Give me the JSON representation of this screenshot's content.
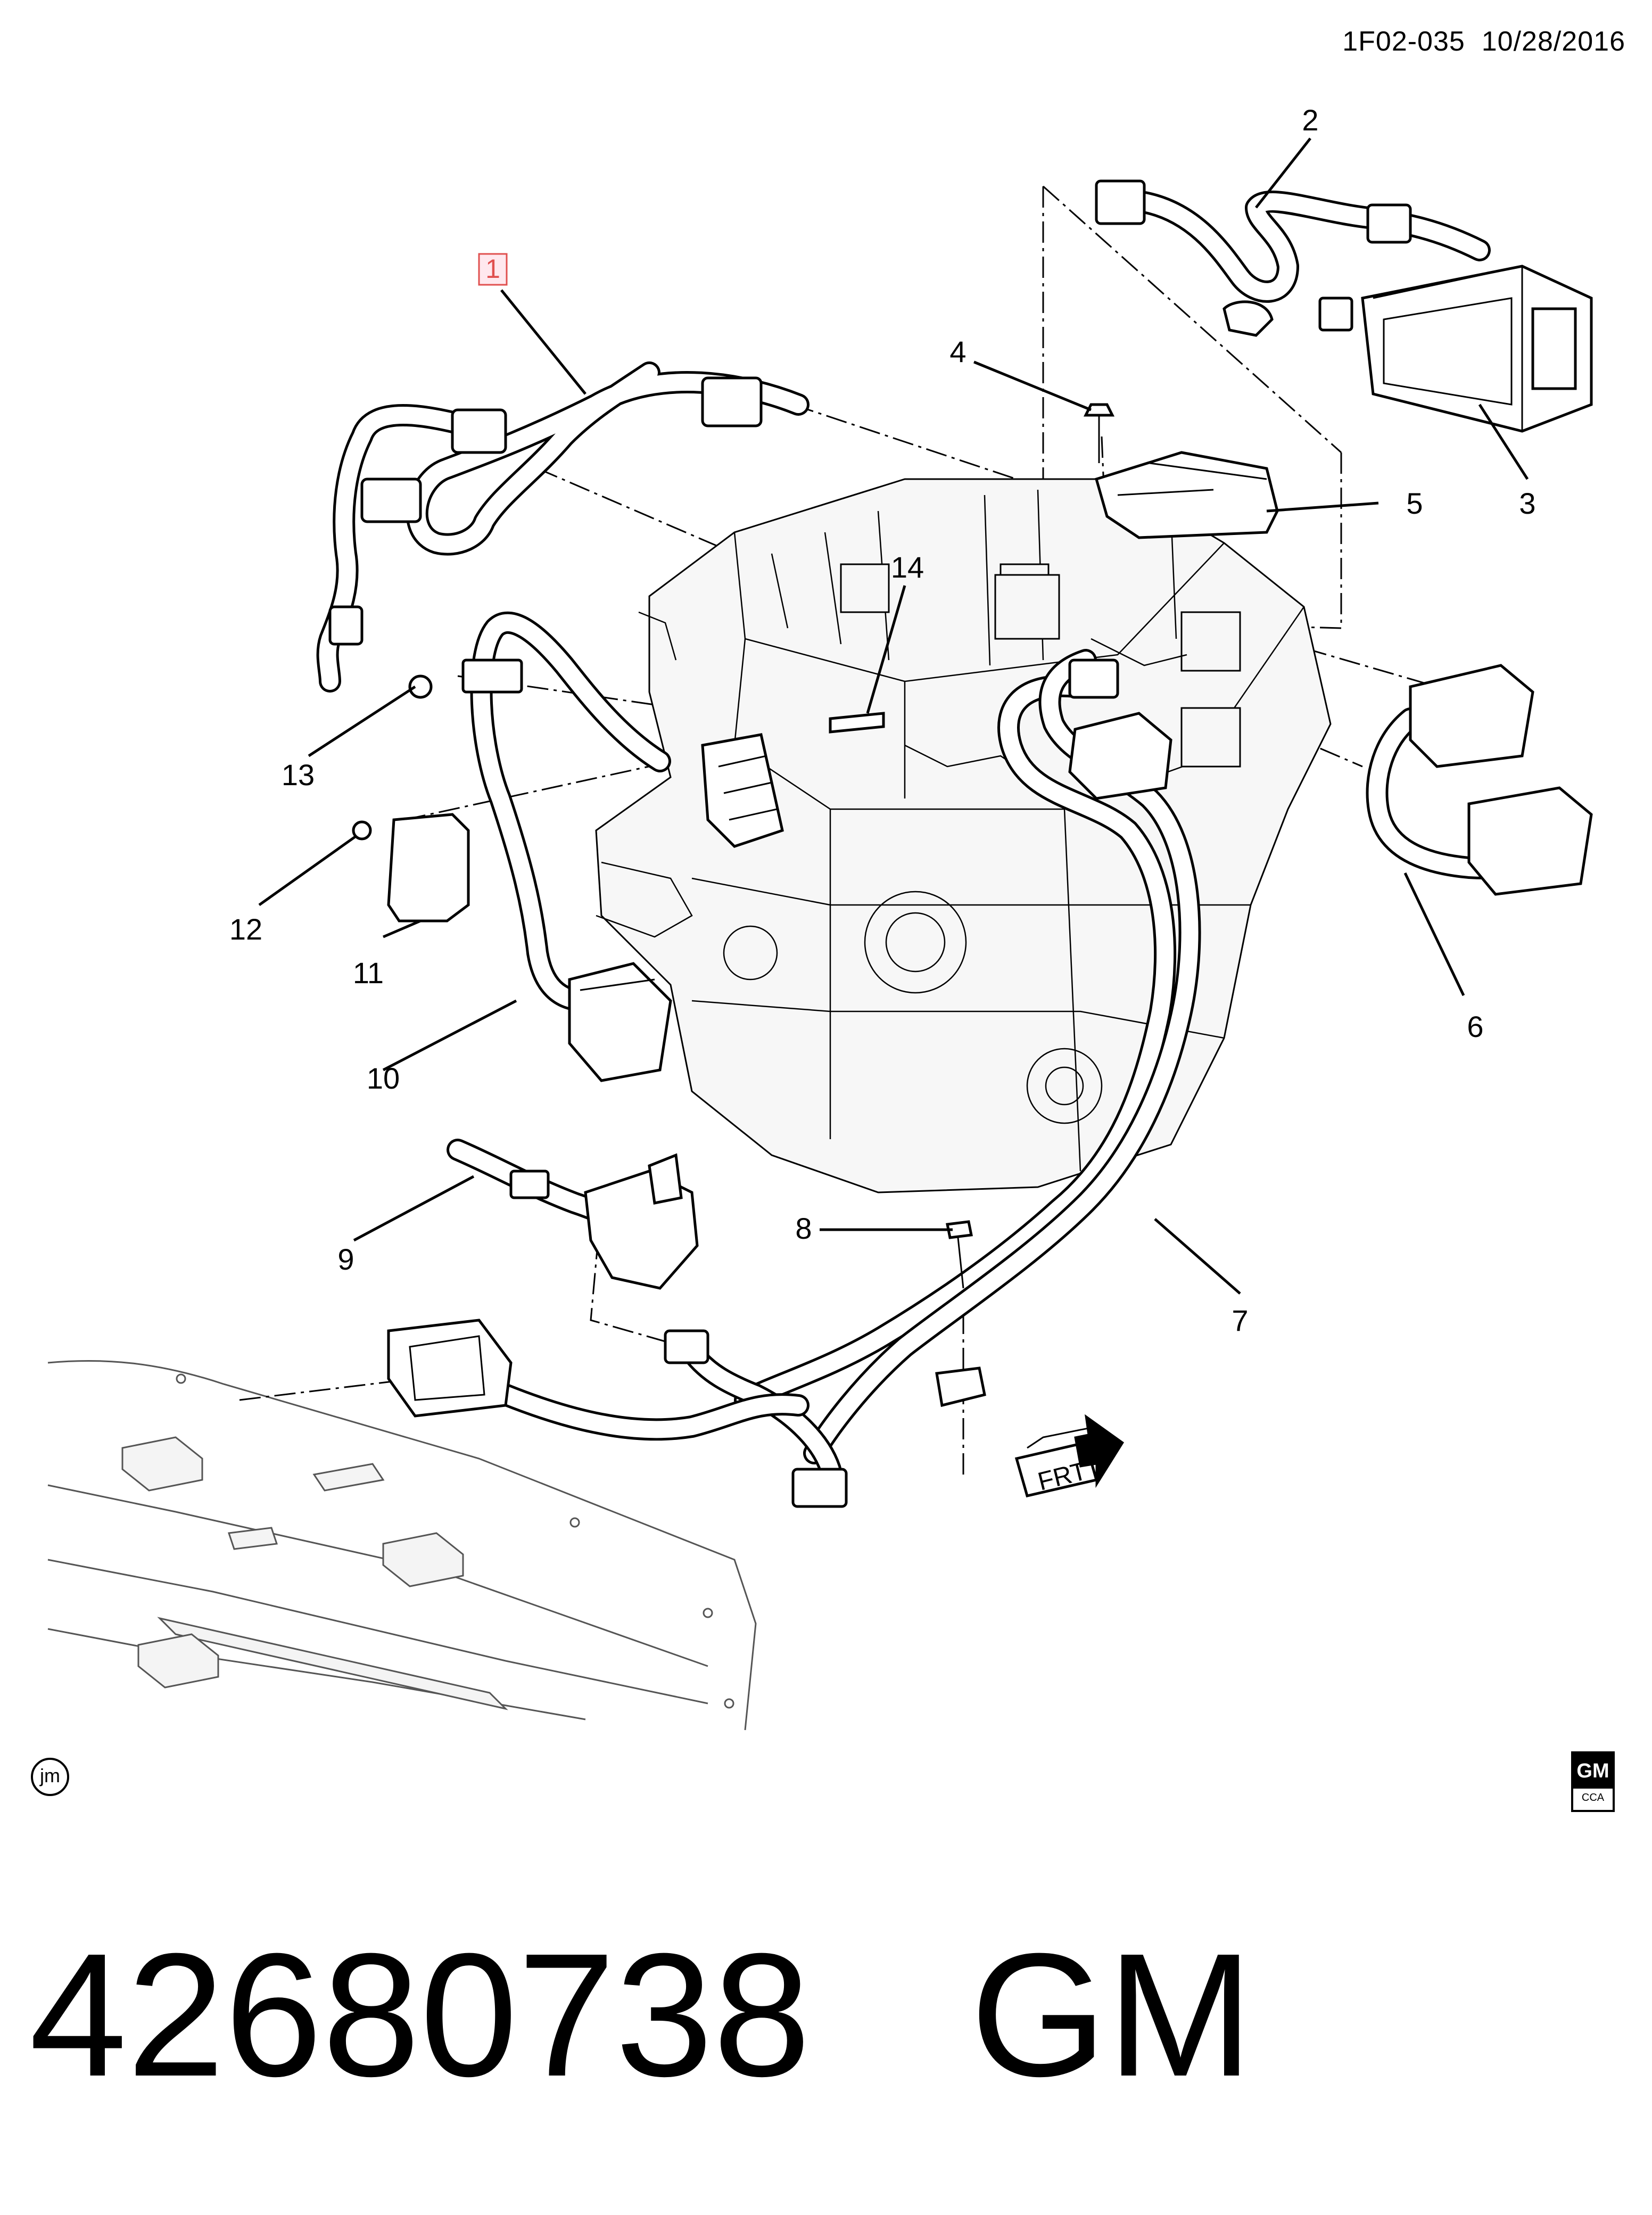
{
  "header": {
    "illustration_code": "1F02-035",
    "date": "10/28/2016"
  },
  "callouts": [
    "1",
    "2",
    "3",
    "4",
    "5",
    "6",
    "7",
    "8",
    "9",
    "10",
    "11",
    "12",
    "13",
    "14"
  ],
  "highlighted_callout": "1",
  "front_indicator": {
    "label": "FRT",
    "icon": "arrow-right-icon"
  },
  "badges": {
    "artist_initials": "jm",
    "logo_top": "GM",
    "logo_bottom": "CCA"
  },
  "footer": {
    "part_number": "42680738",
    "brand": "GM"
  },
  "colors": {
    "highlight_border": "#e0504f",
    "highlight_fill": "#ffe8ee",
    "line": "#000000"
  }
}
